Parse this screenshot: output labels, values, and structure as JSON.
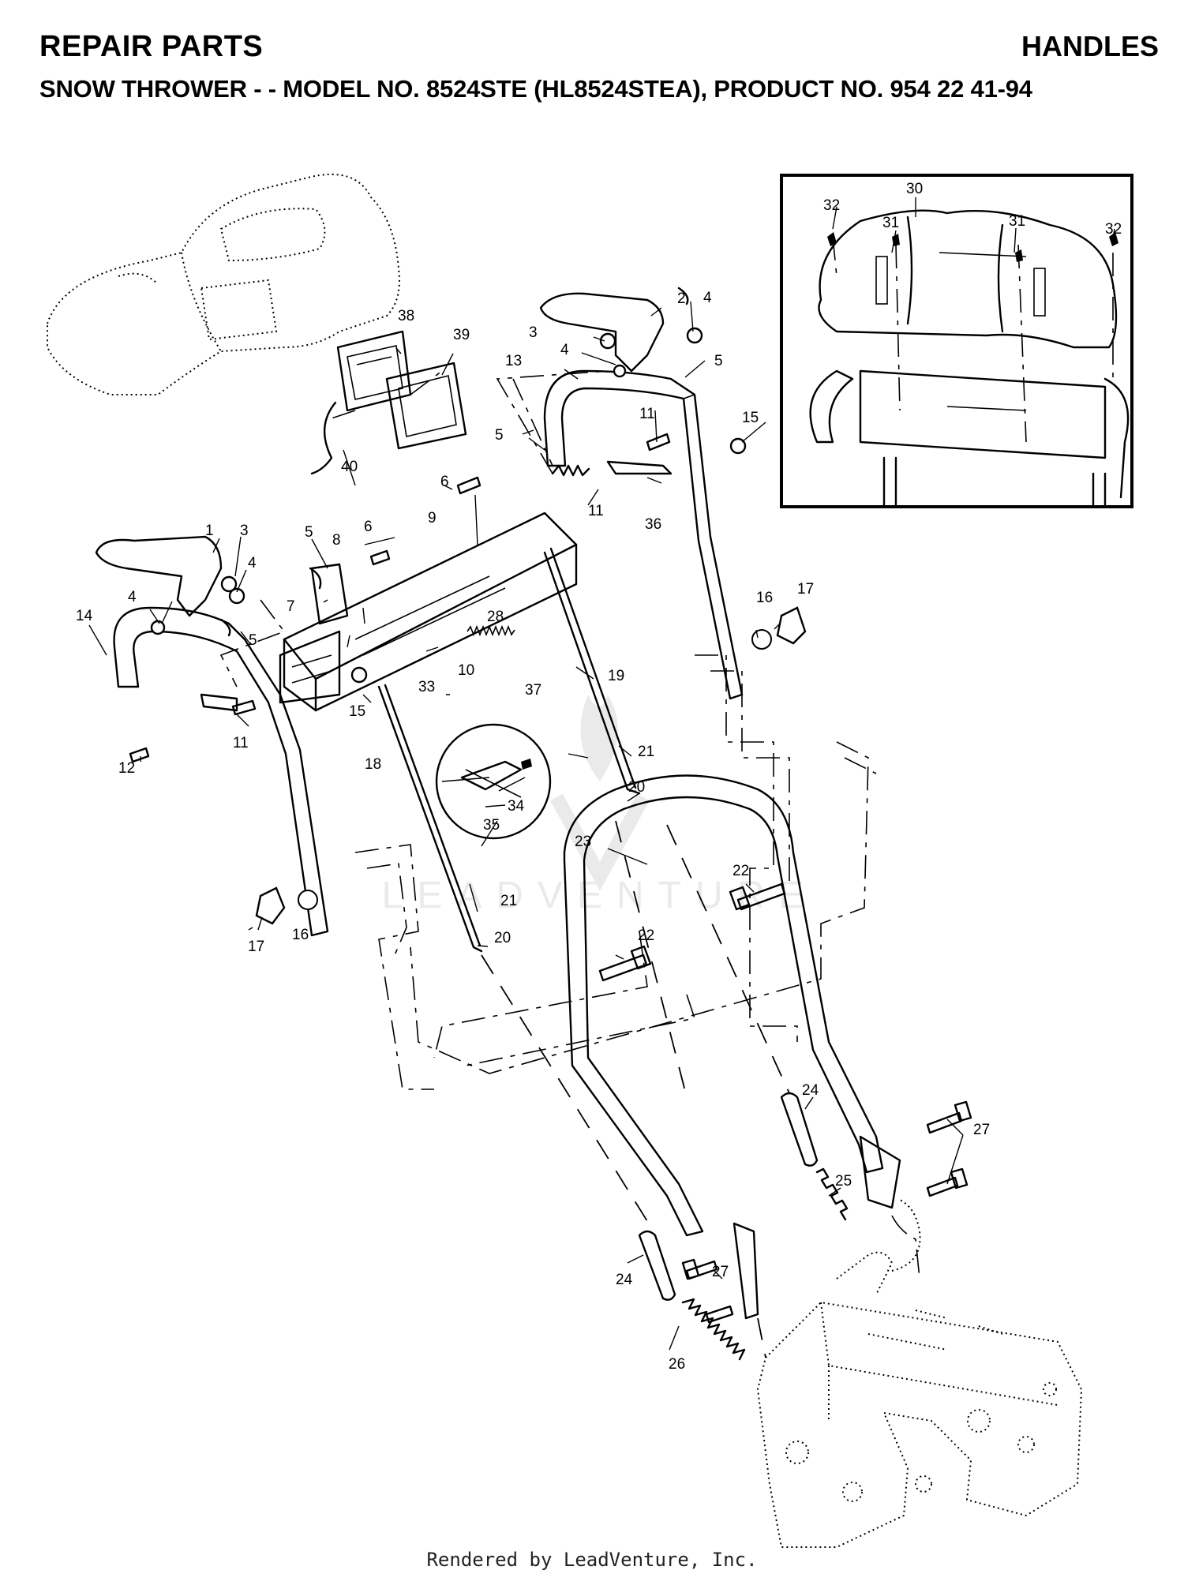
{
  "header": {
    "section": "REPAIR PARTS",
    "group": "HANDLES",
    "subtitle": "SNOW THROWER - - MODEL NO. 8524STE (HL8524STEA), PRODUCT NO. 954 22 41-94"
  },
  "footer": {
    "credit": "Rendered by LeadVenture, Inc."
  },
  "watermark": {
    "text": "LEADVENTURE"
  },
  "callouts": {
    "c1": "1",
    "c2": "2",
    "c3a": "3",
    "c3b": "3",
    "c4a": "4",
    "c4b": "4",
    "c4c": "4",
    "c4d": "4",
    "c5a": "5",
    "c5b": "5",
    "c5c": "5",
    "c5d": "5",
    "c6a": "6",
    "c6b": "6",
    "c7": "7",
    "c8": "8",
    "c9": "9",
    "c10": "10",
    "c11a": "11",
    "c11b": "11",
    "c11c": "11",
    "c12": "12",
    "c13": "13",
    "c14": "14",
    "c15a": "15",
    "c15b": "15",
    "c16a": "16",
    "c16b": "16",
    "c17a": "17",
    "c17b": "17",
    "c18": "18",
    "c19": "19",
    "c20a": "20",
    "c20b": "20",
    "c21a": "21",
    "c21b": "21",
    "c22a": "22",
    "c22b": "22",
    "c23": "23",
    "c24a": "24",
    "c24b": "24",
    "c25": "25",
    "c26": "26",
    "c27a": "27",
    "c27b": "27",
    "c28": "28",
    "c30": "30",
    "c31a": "31",
    "c31b": "31",
    "c32a": "32",
    "c32b": "32",
    "c33": "33",
    "c34": "34",
    "c35": "35",
    "c36": "36",
    "c37": "37",
    "c38": "38",
    "c39": "39",
    "c40": "40"
  }
}
